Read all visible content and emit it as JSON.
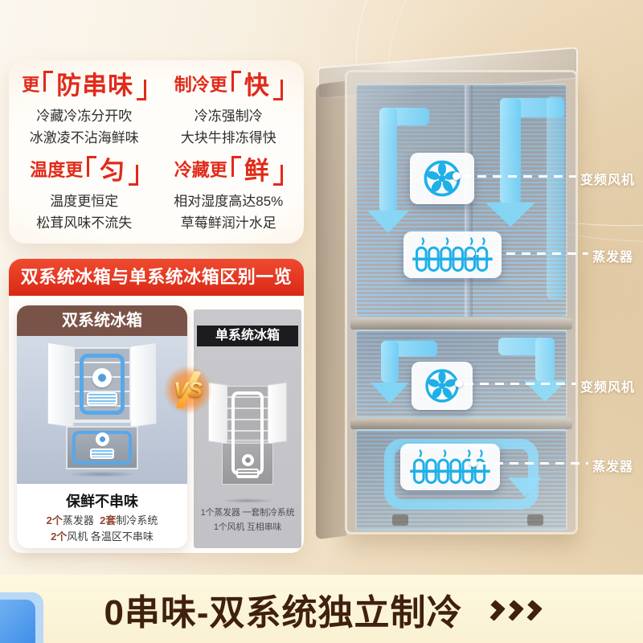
{
  "colors": {
    "accent_red": "#e02a1a",
    "header_red": "#d92815",
    "brown_header": "#7a5348",
    "dark_header": "#1c1c1e",
    "highlight_brown": "#8f4732",
    "cyan_icon": "#1fb0e8",
    "arrow_blue": "#7fd6f6",
    "banner_bg": "#fdf8e0",
    "banner_text": "#40200f",
    "vs_gold": "#f6b93e",
    "corner_blue": "#3f8fe8"
  },
  "icons": {
    "fan": "fan-icon",
    "evaporator": "evaporator-coil-icon",
    "vs_badge": "vs-badge",
    "chevrons": "chevron-right-icon"
  },
  "features": {
    "items": [
      {
        "prefix": "更",
        "keyword": "防串味",
        "line1": "冷藏冷冻分开吹",
        "line2": "冰激凌不沾海鲜味"
      },
      {
        "prefix": "制冷更",
        "keyword": "快",
        "line1": "冷冻强制冷",
        "line2": "大块牛排冻得快"
      },
      {
        "prefix": "温度更",
        "keyword": "匀",
        "line1": "温度更恒定",
        "line2": "松茸风味不流失"
      },
      {
        "prefix": "冷藏更",
        "keyword": "鲜",
        "line1": "相对湿度高达85%",
        "line2": "草莓鲜润汁水足"
      }
    ]
  },
  "comparison": {
    "title": "双系统冰箱与单系统冰箱区别一览",
    "vs": "VS",
    "left": {
      "header": "双系统冰箱",
      "caption": "保鲜不串味",
      "line1_hl1": "2个",
      "line1_txt1": "蒸发器",
      "line1_hl2": "2套",
      "line1_txt2": "制冷系统",
      "line2_hl": "2个",
      "line2_txt": "风机  各温区不串味"
    },
    "right": {
      "header": "单系统冰箱",
      "line1": "1个蒸发器 一套制冷系统",
      "line2": "1个风机 互相串味"
    }
  },
  "fridge": {
    "labels": [
      {
        "text": "变频风机"
      },
      {
        "text": "蒸发器"
      },
      {
        "text": "变频风机"
      },
      {
        "text": "蒸发器"
      }
    ]
  },
  "banner": {
    "headline": "0串味-双系统独立制冷",
    "chevron_count": 3
  }
}
